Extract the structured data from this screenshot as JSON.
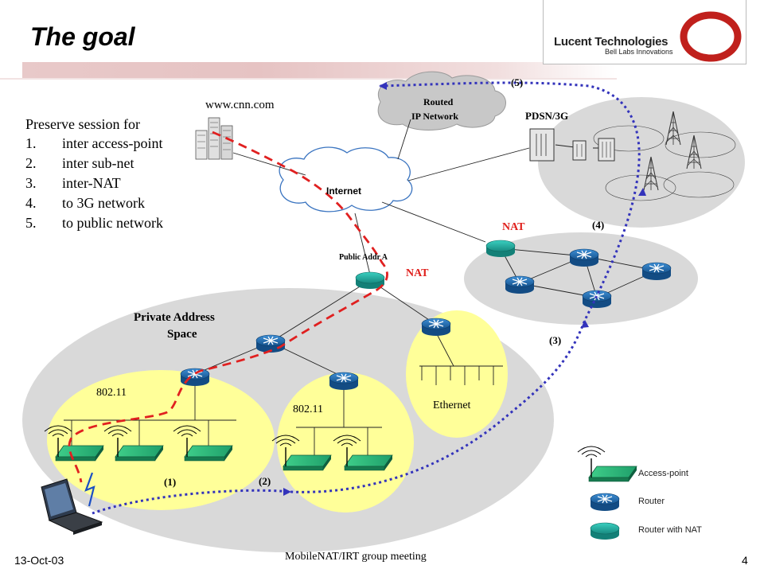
{
  "slide": {
    "title": "The goal",
    "logo": {
      "name": "Lucent Technologies",
      "tagline": "Bell Labs Innovations"
    }
  },
  "goals": {
    "heading": "Preserve session for",
    "items": [
      {
        "num": "1.",
        "text": "inter access-point"
      },
      {
        "num": "2.",
        "text": "inter sub-net"
      },
      {
        "num": "3.",
        "text": "inter-NAT"
      },
      {
        "num": "4.",
        "text": "to 3G network"
      },
      {
        "num": "5.",
        "text": "to public network"
      }
    ]
  },
  "diagram": {
    "server_label": "www.cnn.com",
    "internet_label": "Internet",
    "routed_label_1": "Routed",
    "routed_label_2": "IP Network",
    "pdsn_label": "PDSN/3G",
    "nat_label_1": "NAT",
    "nat_label_2": "NAT",
    "public_addr_label": "Public Addr A",
    "private_space_1": "Private Address",
    "private_space_2": "Space",
    "wlan_label_1": "802.11",
    "wlan_label_2": "802.11",
    "ethernet_label": "Ethernet",
    "steps": [
      "(1)",
      "(2)",
      "(3)",
      "(4)",
      "(5)"
    ]
  },
  "legend": {
    "access_point": "Access-point",
    "router": "Router",
    "router_nat": "Router with NAT"
  },
  "footer": {
    "date": "13-Oct-03",
    "meeting": "MobileNAT/IRT group meeting",
    "page": "4"
  },
  "colors": {
    "router": "#1e6fb2",
    "nat_router": "#1fa59a",
    "private_space": "#d9d9d9",
    "wlan_cell": "#ffff99",
    "nat_text": "#e0201c",
    "session_path": "#e02020",
    "mobility_path": "#3333bb"
  }
}
